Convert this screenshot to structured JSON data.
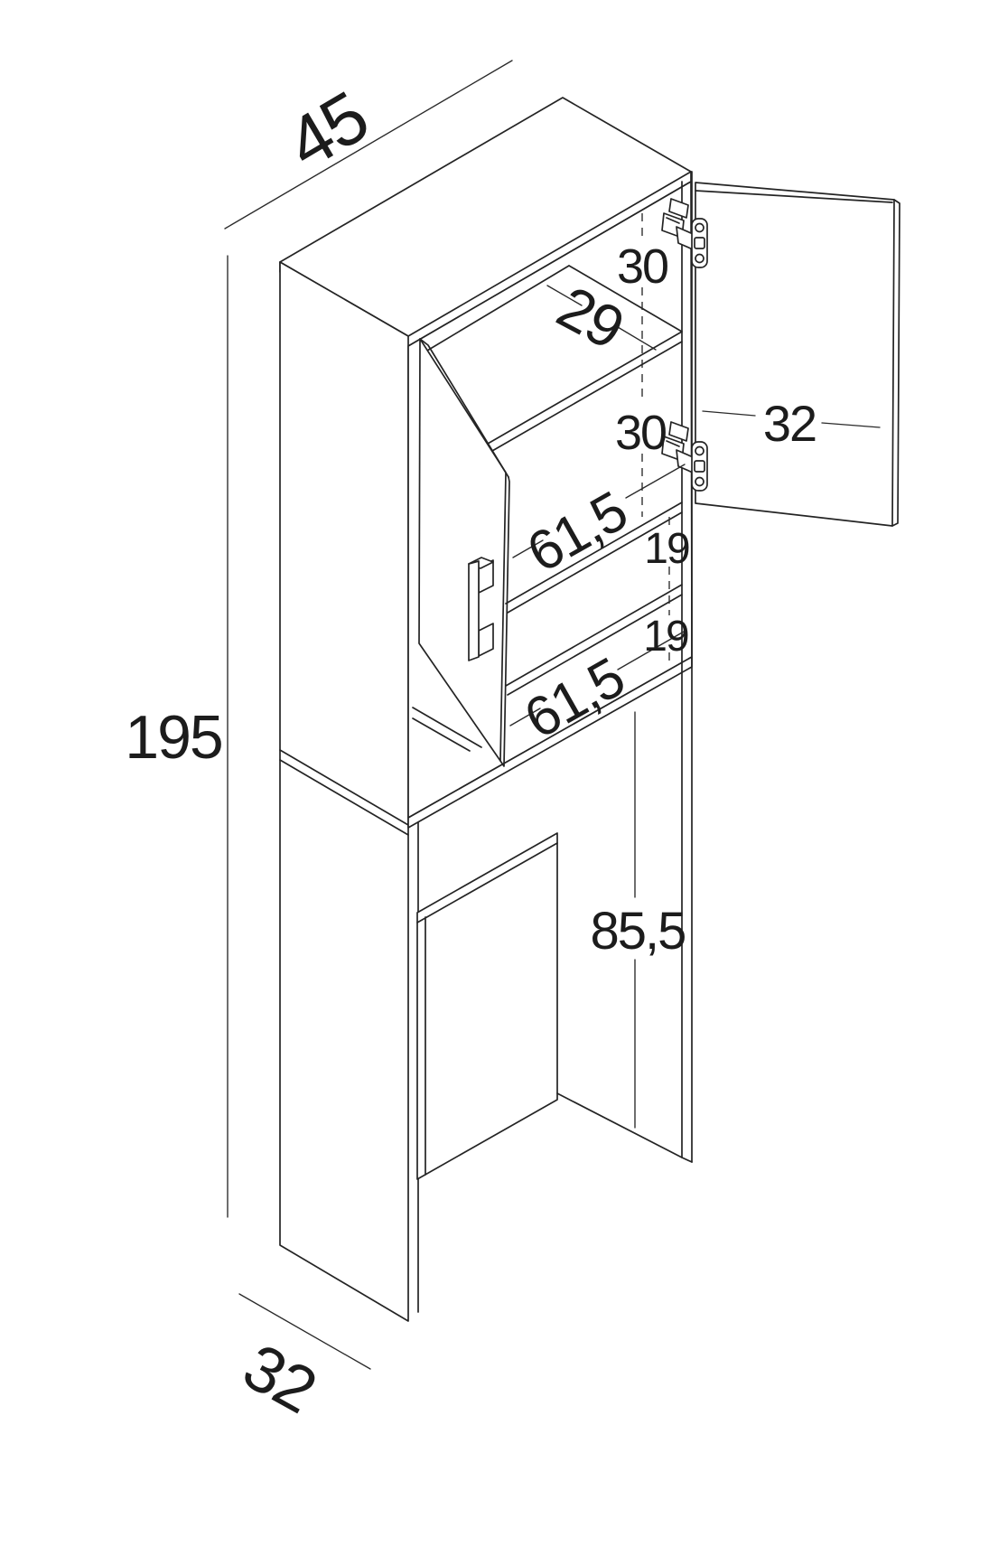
{
  "diagram": {
    "background_color": "#ffffff",
    "line_color": "#242424",
    "text_color": "#1c1c1c",
    "dimensions": {
      "top_width": "45",
      "total_height": "195",
      "bottom_depth": "32",
      "upper_gap_top": "30",
      "shelf_depth": "29",
      "upper_gap_middle": "30",
      "open_door_width": "32",
      "shelf_width_upper": "61,5",
      "shelf_gap_upper": "19",
      "shelf_gap_lower": "19",
      "shelf_width_lower": "61,5",
      "niche_height": "85,5"
    }
  }
}
